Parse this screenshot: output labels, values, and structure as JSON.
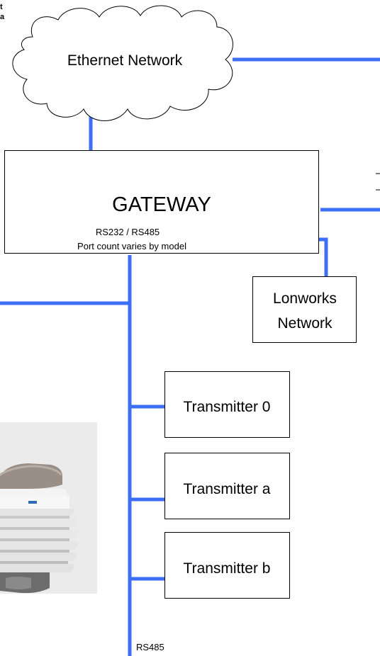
{
  "corner_snippet": [
    "t",
    "a"
  ],
  "cloud_label": "Ethernet Network",
  "gateway": {
    "title": "GATEWAY",
    "ports": "RS232 / RS485",
    "port_note": "Port count varies by model"
  },
  "lonworks": [
    "Lonworks",
    "Network"
  ],
  "transmitters": [
    "Transmitter 0",
    "Transmitter a",
    "Transmitter b"
  ],
  "bus_label": "RS485",
  "colors": {
    "link": "#3d6ff5",
    "box_stroke": "#000000",
    "photo_bg": "#ebebeb"
  }
}
